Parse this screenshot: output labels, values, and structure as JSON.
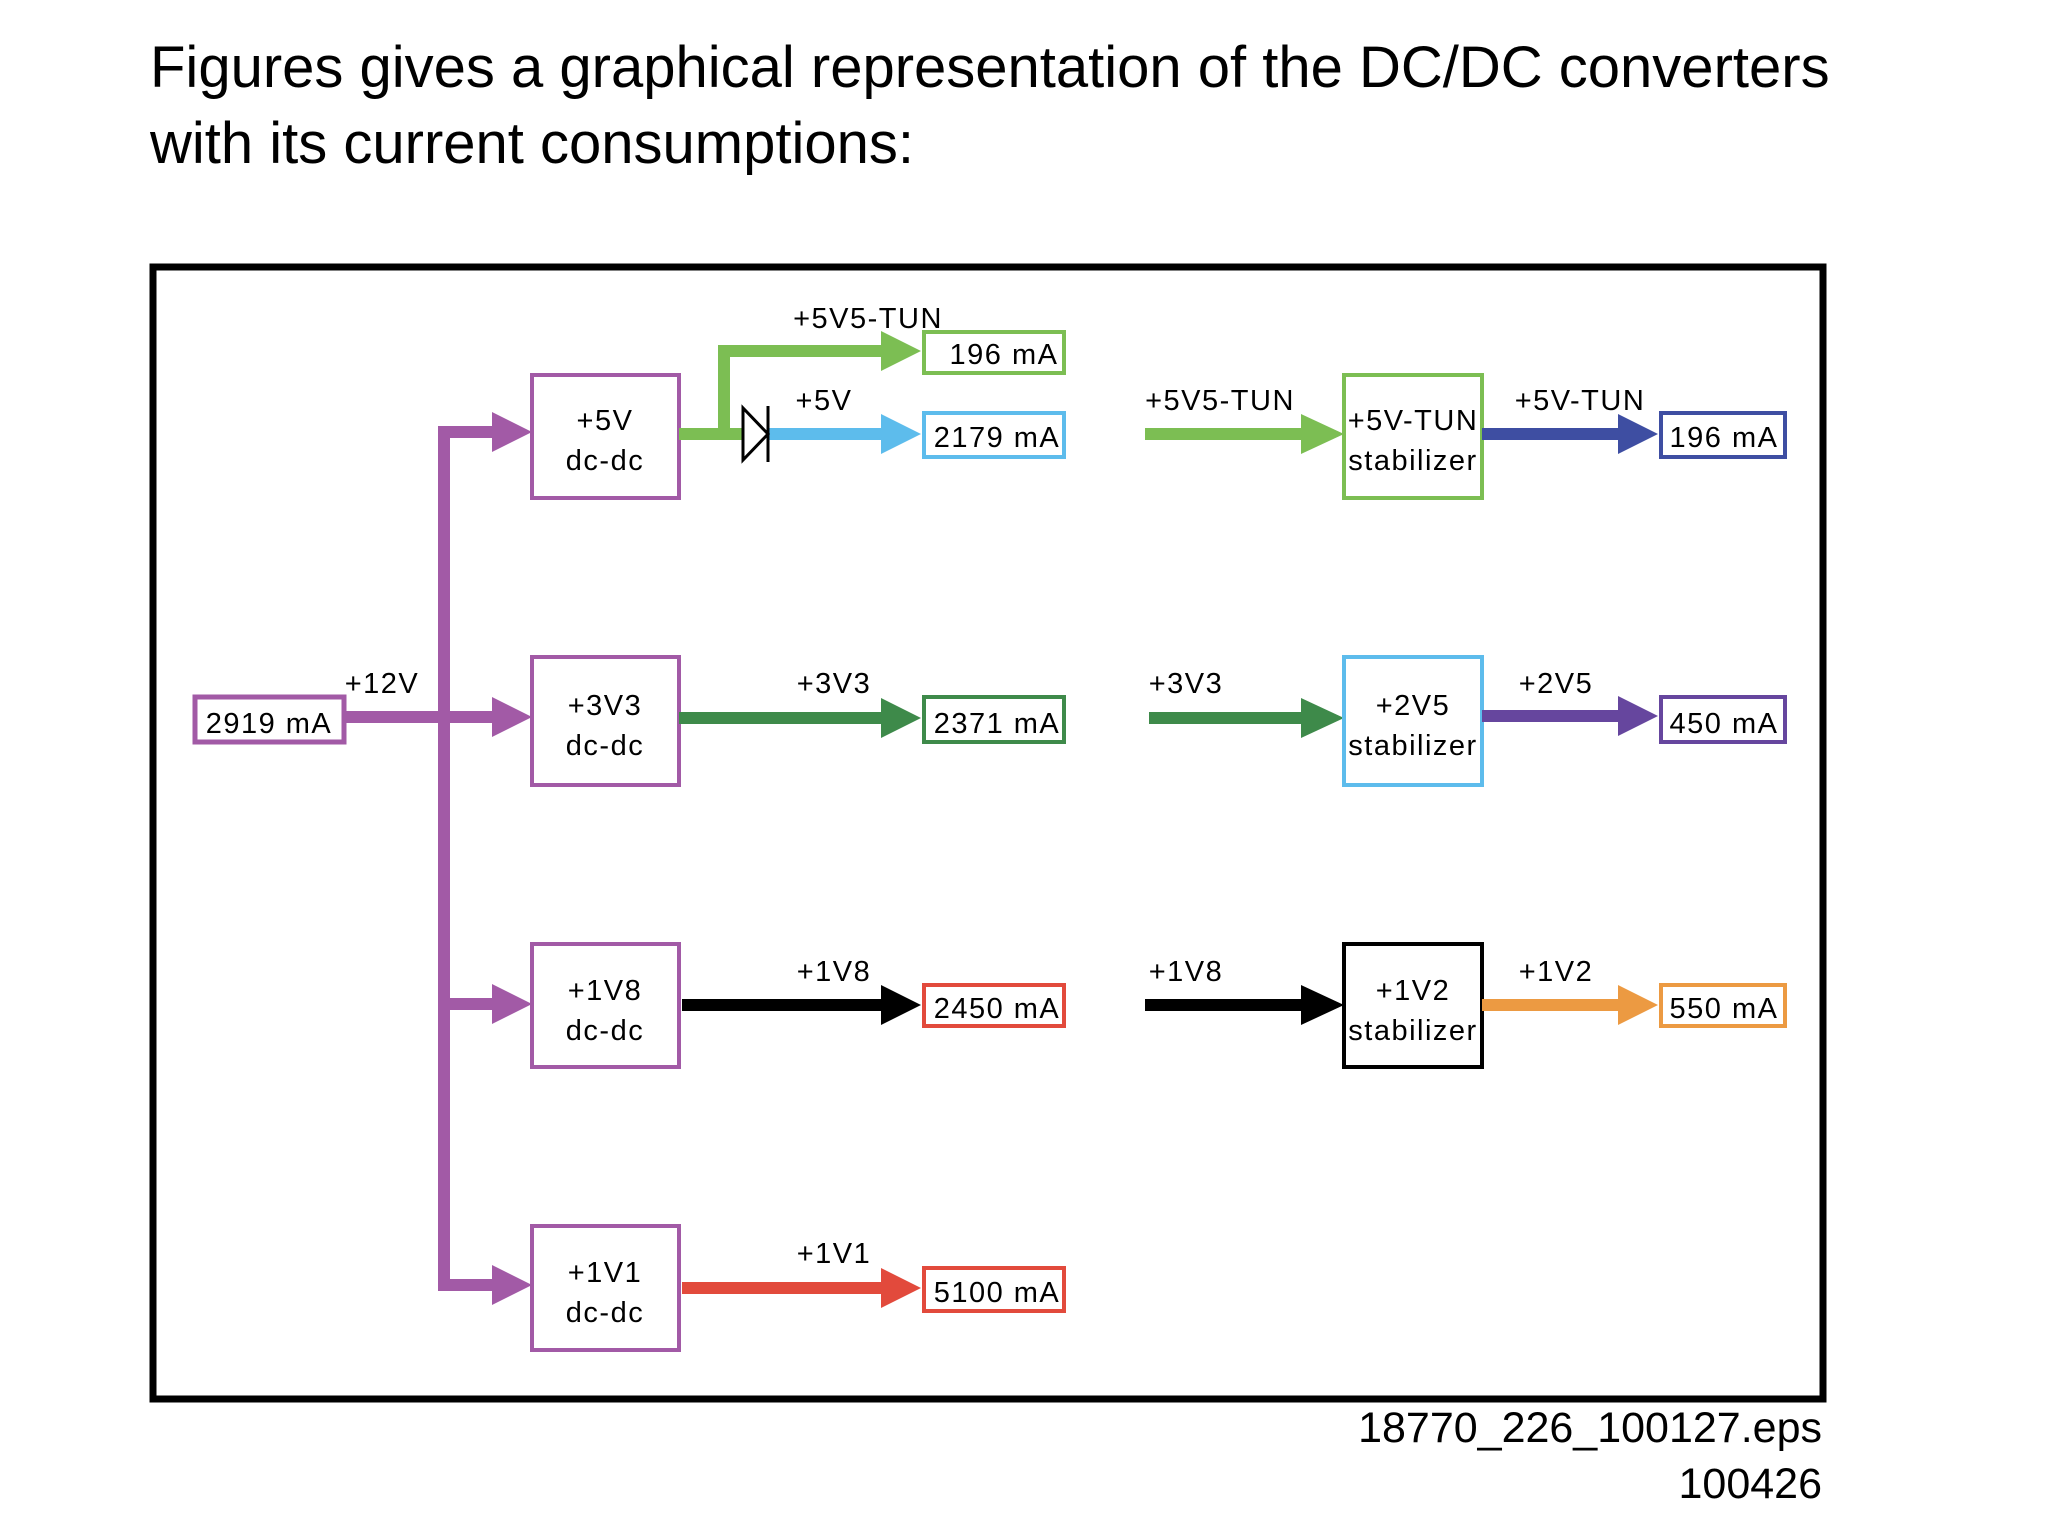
{
  "intro": "Figures gives a graphical representation of the DC/DC converters with its current consumptions:",
  "colors": {
    "input": "#a25aa6",
    "v5v5_tun": "#7cbe53",
    "v5": "#5dbcec",
    "v3v3": "#3e8a4a",
    "v1v8": "#000000",
    "v1v1": "#e24a3c",
    "v5_tun": "#3e4ea2",
    "v2v5": "#66469e",
    "v1v2": "#ec9a42"
  },
  "input": {
    "label": "+12V",
    "current": "2919 mA"
  },
  "converters": [
    {
      "line1": "+5V",
      "line2": "dc-dc"
    },
    {
      "line1": "+3V3",
      "line2": "dc-dc"
    },
    {
      "line1": "+1V8",
      "line2": "dc-dc"
    },
    {
      "line1": "+1V1",
      "line2": "dc-dc"
    }
  ],
  "outputs": [
    {
      "label": "+5V5-TUN",
      "current": "196 mA"
    },
    {
      "label": "+5V",
      "current": "2179 mA"
    },
    {
      "label": "+3V3",
      "current": "2371 mA"
    },
    {
      "label": "+1V8",
      "current": "2450 mA"
    },
    {
      "label": "+1V1",
      "current": "5100 mA"
    }
  ],
  "stabilizers": [
    {
      "in_label": "+5V5-TUN",
      "line1": "+5V-TUN",
      "line2": "stabilizer",
      "out_label": "+5V-TUN",
      "current": "196 mA"
    },
    {
      "in_label": "+3V3",
      "line1": "+2V5",
      "line2": "stabilizer",
      "out_label": "+2V5",
      "current": "450 mA"
    },
    {
      "in_label": "+1V8",
      "line1": "+1V2",
      "line2": "stabilizer",
      "out_label": "+1V2",
      "current": "550 mA"
    }
  ],
  "footer": {
    "file": "18770_226_100127.eps",
    "code": "100426"
  }
}
